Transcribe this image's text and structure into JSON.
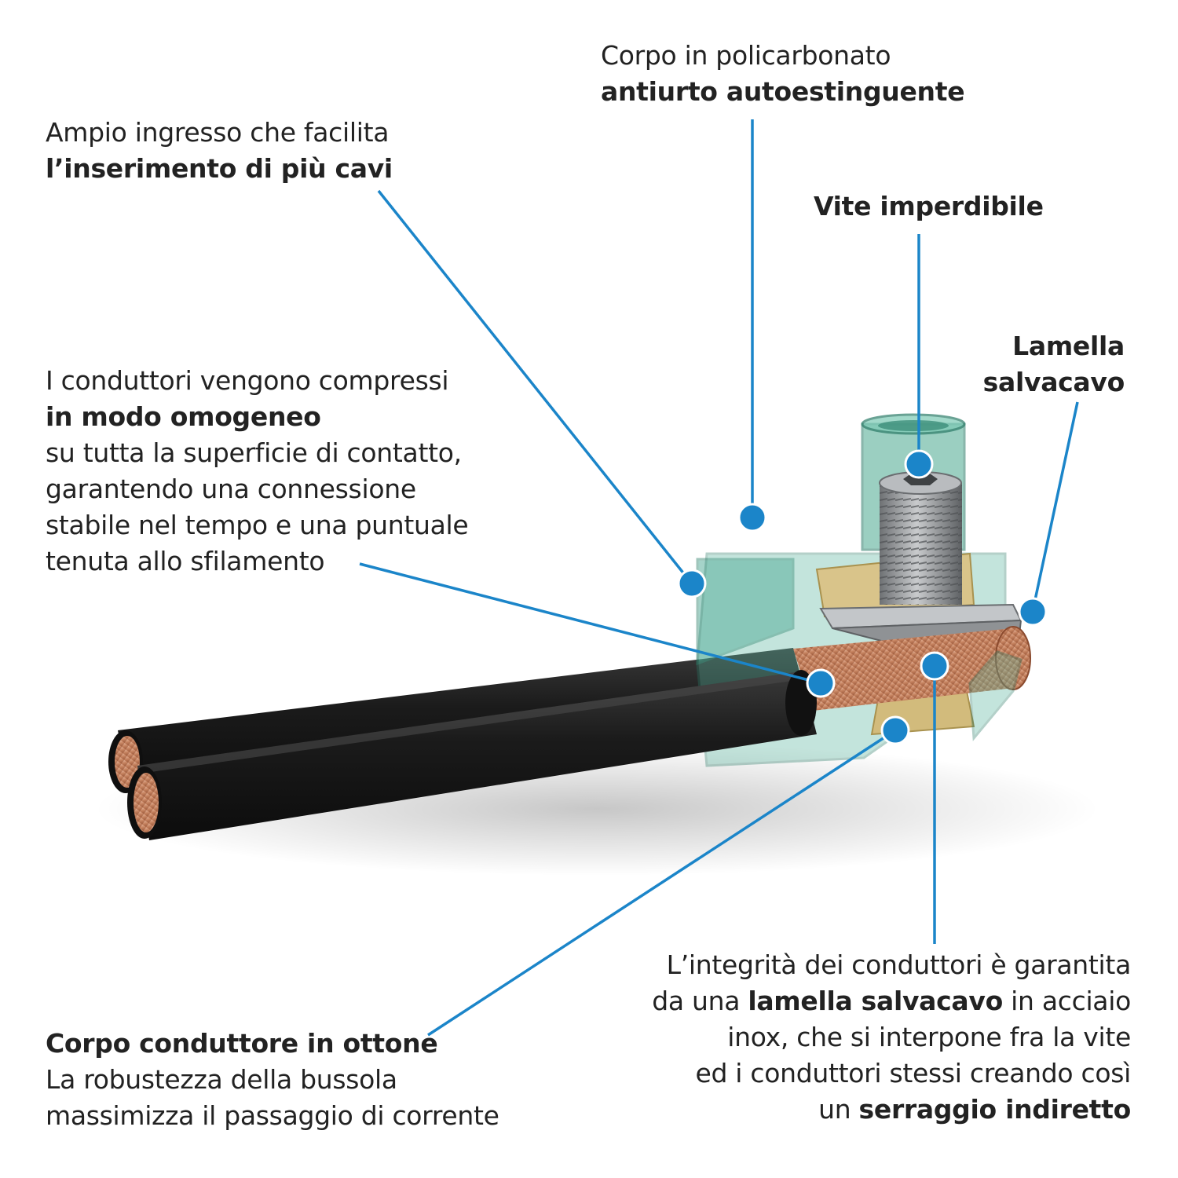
{
  "colors": {
    "accent": "#1b85c9",
    "text": "#222222",
    "housing": "#3aa088",
    "cable": "#1a1a1a",
    "copper": "#c98a6a",
    "brass": "#d9c48a",
    "steel": "#9a9da0"
  },
  "callouts": {
    "ingresso": {
      "line1": "Ampio ingresso che facilita",
      "line2": "l’inserimento di più cavi"
    },
    "corpo_policarbonato": {
      "line1": "Corpo in policarbonato",
      "line2": "antiurto autoestinguente"
    },
    "vite": {
      "title": "Vite imperdibile"
    },
    "lamella": {
      "line1": "Lamella",
      "line2": "salvacavo"
    },
    "conduttori": {
      "line1": "I conduttori vengono compressi",
      "line2": "in modo omogeneo",
      "line3": "su tutta la superficie di contatto,",
      "line4": "garantendo una connessione",
      "line5": "stabile nel tempo e una puntuale",
      "line6": "tenuta allo sfilamento"
    },
    "ottone": {
      "line1": "Corpo conduttore in ottone",
      "line2": "La robustezza della bussola",
      "line3": "massimizza il passaggio di corrente"
    },
    "integrita": {
      "line1": "L’integrità dei conduttori è garantita",
      "line2_a": "da una ",
      "line2_b": "lamella salvacavo",
      "line2_c": " in acciaio",
      "line3": "inox, che si interpone fra la vite",
      "line4": "ed i conduttori stessi creando così",
      "line5_a": "un ",
      "line5_b": "serraggio indiretto"
    }
  }
}
